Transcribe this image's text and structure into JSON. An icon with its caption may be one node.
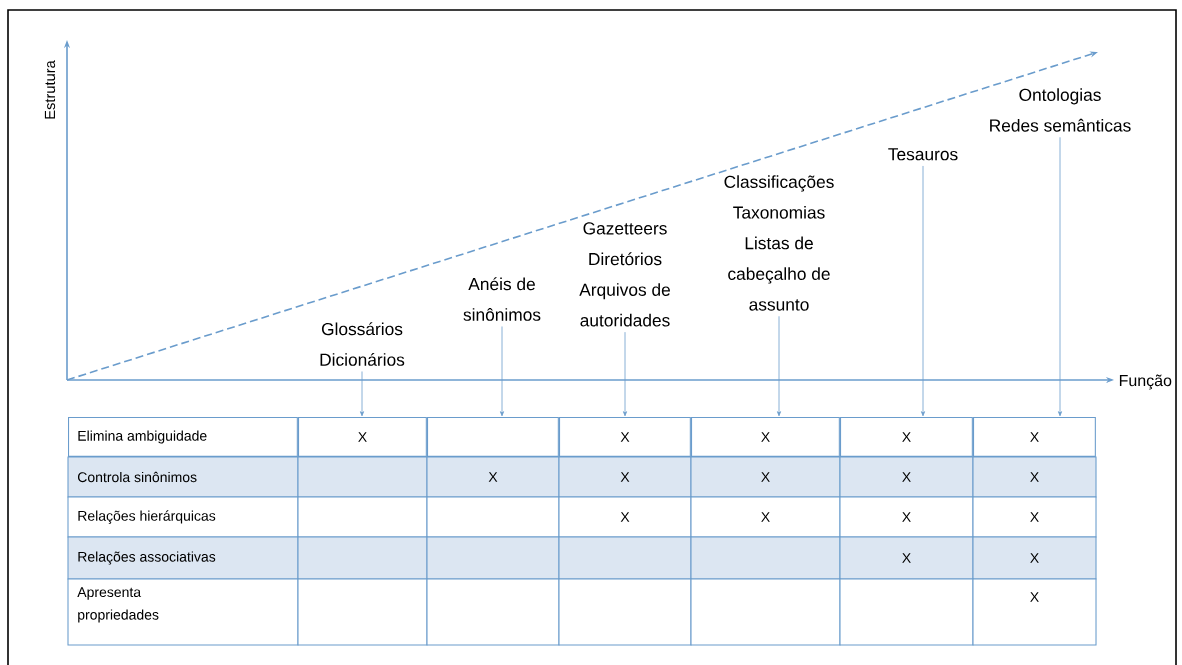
{
  "diagram": {
    "nodes": [
      {
        "text": [
          "Glossários",
          "Dicionários"
        ]
      },
      {
        "text": [
          "Anéis de sinônimos"
        ]
      },
      {
        "text": [
          "Gazetteers",
          "Diretórios",
          "Arquivos de autoridades"
        ]
      },
      {
        "text": [
          "Classificações",
          "Taxonomias",
          "Listas de cabeçalho de assunto"
        ]
      },
      {
        "text": [
          "Tesauros"
        ]
      },
      {
        "text": [
          "Ontologias",
          "Redes semânticas"
        ]
      },
      {
        "text": [
          "Elimina ambiguidade"
        ]
      },
      {
        "text": [
          "X"
        ]
      },
      {
        "text": [],
        "shape": "box"
      },
      {
        "text": [
          "X"
        ]
      },
      {
        "text": [
          "X"
        ]
      },
      {
        "text": [
          "X"
        ]
      },
      {
        "text": [
          "X"
        ]
      }
    ],
    "edges": [
      {
        "from": 0,
        "to": 7,
        "arrow": "to"
      },
      {
        "from": 1,
        "to": 8,
        "arrow": "to"
      },
      {
        "from": 2,
        "to": 9,
        "arrow": "to"
      },
      {
        "from": 3,
        "to": 10,
        "arrow": "to"
      },
      {
        "from": 4,
        "to": 11,
        "arrow": "to"
      },
      {
        "from": 5,
        "to": 12,
        "arrow": "to"
      }
    ],
    "labels": [
      "Estrutura",
      "Função",
      "Controla sinônimos",
      "X",
      "X",
      "X",
      "X",
      "X",
      "Relações hierárquicas",
      "X",
      "X",
      "X",
      "X",
      "Relações associativas",
      "X",
      "X",
      "Apresenta propriedades",
      "X"
    ]
  }
}
